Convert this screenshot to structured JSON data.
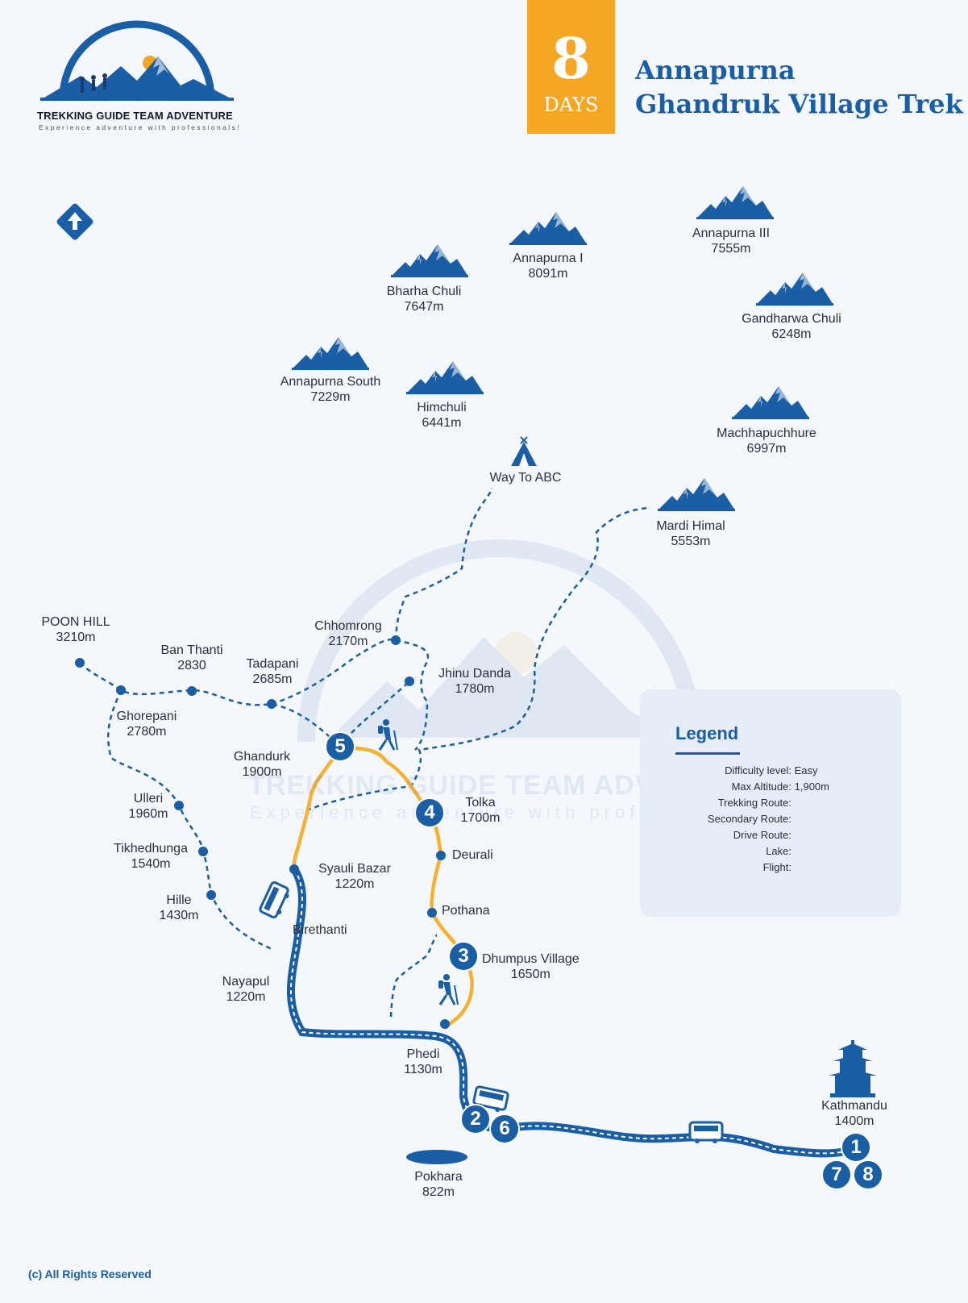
{
  "brand": {
    "name": "TREKKING GUIDE TEAM ADVENTURE",
    "tagline": "Experience adventure with professionals!"
  },
  "days": {
    "number": "8",
    "label": "DAYS"
  },
  "title": {
    "line1": "Annapurna",
    "line2": "Ghandruk Village Trek"
  },
  "peaks": [
    {
      "name": "Annapurna I",
      "alt": "8091m"
    },
    {
      "name": "Annapurna III",
      "alt": "7555m"
    },
    {
      "name": "Bharha Chuli",
      "alt": "7647m"
    },
    {
      "name": "Gandharwa Chuli",
      "alt": "6248m"
    },
    {
      "name": "Annapurna South",
      "alt": "7229m"
    },
    {
      "name": "Himchuli",
      "alt": "6441m"
    },
    {
      "name": "Machhapuchhure",
      "alt": "6997m"
    },
    {
      "name": "Mardi Himal",
      "alt": "5553m"
    }
  ],
  "places": [
    {
      "name": "Way To ABC",
      "alt": ""
    },
    {
      "name": "POON HILL",
      "alt": "3210m"
    },
    {
      "name": "Ban Thanti",
      "alt": "2830"
    },
    {
      "name": "Tadapani",
      "alt": "2685m"
    },
    {
      "name": "Chhomrong",
      "alt": "2170m"
    },
    {
      "name": "Jhinu Danda",
      "alt": "1780m"
    },
    {
      "name": "Ghorepani",
      "alt": "2780m"
    },
    {
      "name": "Ghandurk",
      "alt": "1900m"
    },
    {
      "name": "Ulleri",
      "alt": "1960m"
    },
    {
      "name": "Tolka",
      "alt": "1700m"
    },
    {
      "name": "Deurali",
      "alt": ""
    },
    {
      "name": "Tikhedhunga",
      "alt": "1540m"
    },
    {
      "name": "Syauli Bazar",
      "alt": "1220m"
    },
    {
      "name": "Hille",
      "alt": "1430m"
    },
    {
      "name": "Pothana",
      "alt": ""
    },
    {
      "name": "Birethanti",
      "alt": ""
    },
    {
      "name": "Dhumpus Village",
      "alt": "1650m"
    },
    {
      "name": "Nayapul",
      "alt": "1220m"
    },
    {
      "name": "Phedi",
      "alt": "1130m"
    },
    {
      "name": "Kathmandu",
      "alt": "1400m"
    },
    {
      "name": "Pokhara",
      "alt": "822m"
    }
  ],
  "day_markers": [
    "1",
    "2",
    "3",
    "4",
    "5",
    "6",
    "7",
    "8"
  ],
  "legend": {
    "title": "Legend",
    "rows": [
      {
        "key": "Difficulty level:",
        "value": "Easy"
      },
      {
        "key": "Max Altitude:",
        "value": "1,900m"
      },
      {
        "key": "Trekking Route:",
        "value": ""
      },
      {
        "key": "Secondary Route:",
        "value": ""
      },
      {
        "key": "Drive Route:",
        "value": ""
      },
      {
        "key": "Lake:",
        "value": ""
      },
      {
        "key": "Flight:",
        "value": ""
      }
    ]
  },
  "copyright": "(c) All Rights Reserved",
  "colors": {
    "primary": "#1a5ea5",
    "accent": "#f5a623",
    "route": "#f5b12f"
  },
  "icons": [
    "mountain-icon",
    "north-arrow-icon",
    "tent-icon",
    "trekker-icon",
    "bus-icon",
    "temple-icon",
    "lake-icon",
    "flight-icon"
  ]
}
